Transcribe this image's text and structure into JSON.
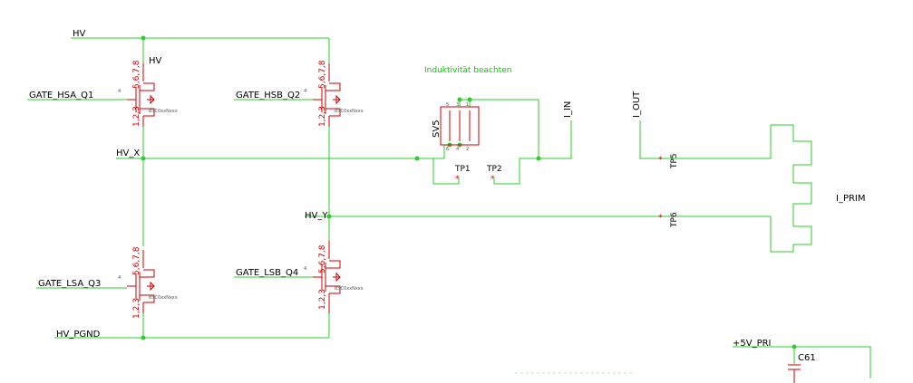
{
  "colors": {
    "wire": "#2ecc2e",
    "component": "#cc0000",
    "text": "#000000",
    "note": "#00cc00"
  },
  "nets": {
    "hv": "HV",
    "hv_top": "HV",
    "hv_x": "HV_X",
    "hv_y": "HV_Y",
    "hv_pgnd": "HV_PGND",
    "i_in": "I_IN",
    "i_out": "I_OUT",
    "i_prim": "I_PRIM",
    "plus5v": "+5V_PRI"
  },
  "gates": {
    "q1": "GATE_HSA_Q1",
    "q2": "GATE_HSB_Q2",
    "q3": "GATE_LSA_Q3",
    "q4": "GATE_LSB_Q4"
  },
  "mosfet_pins": {
    "drain": "5,6,7,8",
    "source": "1,2,3",
    "gate": "4",
    "part_value": "BSC0xxNxxx"
  },
  "note": "Induktivität beachten",
  "connector": {
    "name": "SV5",
    "pins_top": [
      "5",
      "3",
      "1"
    ],
    "pins_bottom": [
      "6",
      "4",
      "2"
    ]
  },
  "testpoints": {
    "tp1": "TP1",
    "tp2": "TP2",
    "tp5": "TP5",
    "tp6": "TP6"
  },
  "capacitor": {
    "name": "C61"
  }
}
